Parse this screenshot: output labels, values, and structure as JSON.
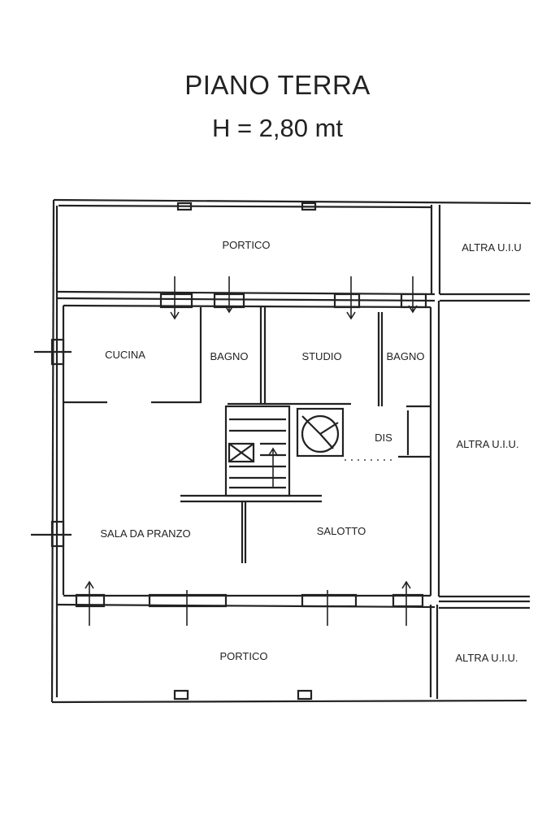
{
  "header": {
    "floor_title": "PIANO TERRA",
    "height_note": "H = 2,80 mt"
  },
  "rooms": {
    "portico_top": "PORTICO",
    "portico_bottom": "PORTICO",
    "cucina": "CUCINA",
    "bagno_1": "BAGNO",
    "studio": "STUDIO",
    "bagno_2": "BAGNO",
    "dis": "DIS",
    "sala_da_pranzo": "SALA DA PRANZO",
    "salotto": "SALOTTO",
    "altra_uiu_top": "ALTRA U.I.U",
    "altra_uiu_mid": "ALTRA U.I.U.",
    "altra_uiu_bottom": "ALTRA U.I.U."
  }
}
